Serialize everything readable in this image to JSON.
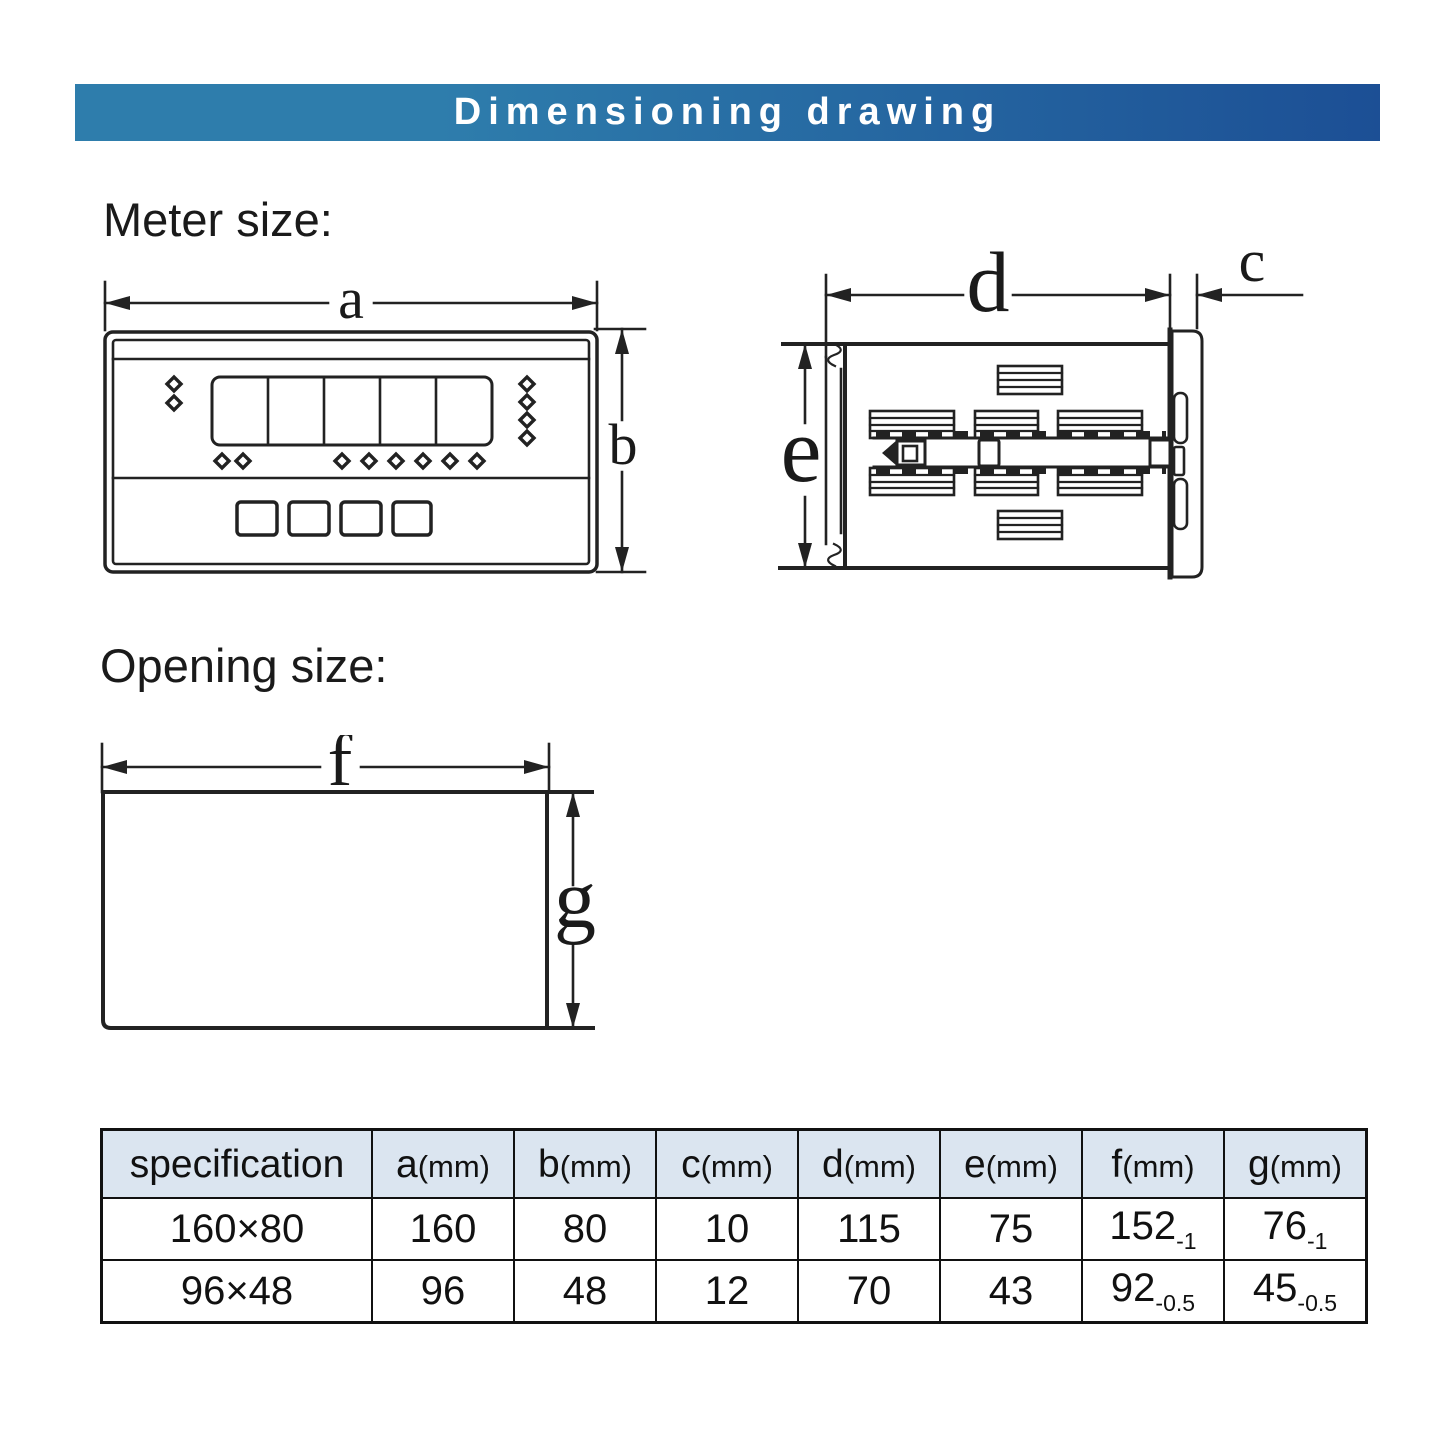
{
  "banner": {
    "title": "Dimensioning drawing"
  },
  "colors": {
    "banner_gradient_left": "#2e7dac",
    "banner_gradient_right": "#1c4f95",
    "banner_text": "#ffffff",
    "table_header_bg": "#dbe5f0",
    "drawing_line": "#222222"
  },
  "sections": {
    "meter_size": "Meter size:",
    "opening_size": "Opening size:"
  },
  "dim_labels": {
    "a": "a",
    "b": "b",
    "c": "c",
    "d": "d",
    "e": "e",
    "f": "f",
    "g": "g"
  },
  "table": {
    "headers": [
      {
        "name": "specification",
        "unit": ""
      },
      {
        "name": "a",
        "unit": "(mm)"
      },
      {
        "name": "b",
        "unit": "(mm)"
      },
      {
        "name": "c",
        "unit": "(mm)"
      },
      {
        "name": "d",
        "unit": "(mm)"
      },
      {
        "name": "e",
        "unit": "(mm)"
      },
      {
        "name": "f",
        "unit": "(mm)"
      },
      {
        "name": "g",
        "unit": "(mm)"
      }
    ],
    "rows": [
      {
        "spec": "160×80",
        "a": "160",
        "b": "80",
        "c": "10",
        "d": "115",
        "e": "75",
        "f": "152",
        "f_tol": "-1",
        "g": "76",
        "g_tol": "-1"
      },
      {
        "spec": "96×48",
        "a": "96",
        "b": "48",
        "c": "12",
        "d": "70",
        "e": "43",
        "f": "92",
        "f_tol": "-0.5",
        "g": "45",
        "g_tol": "-0.5"
      }
    ]
  }
}
